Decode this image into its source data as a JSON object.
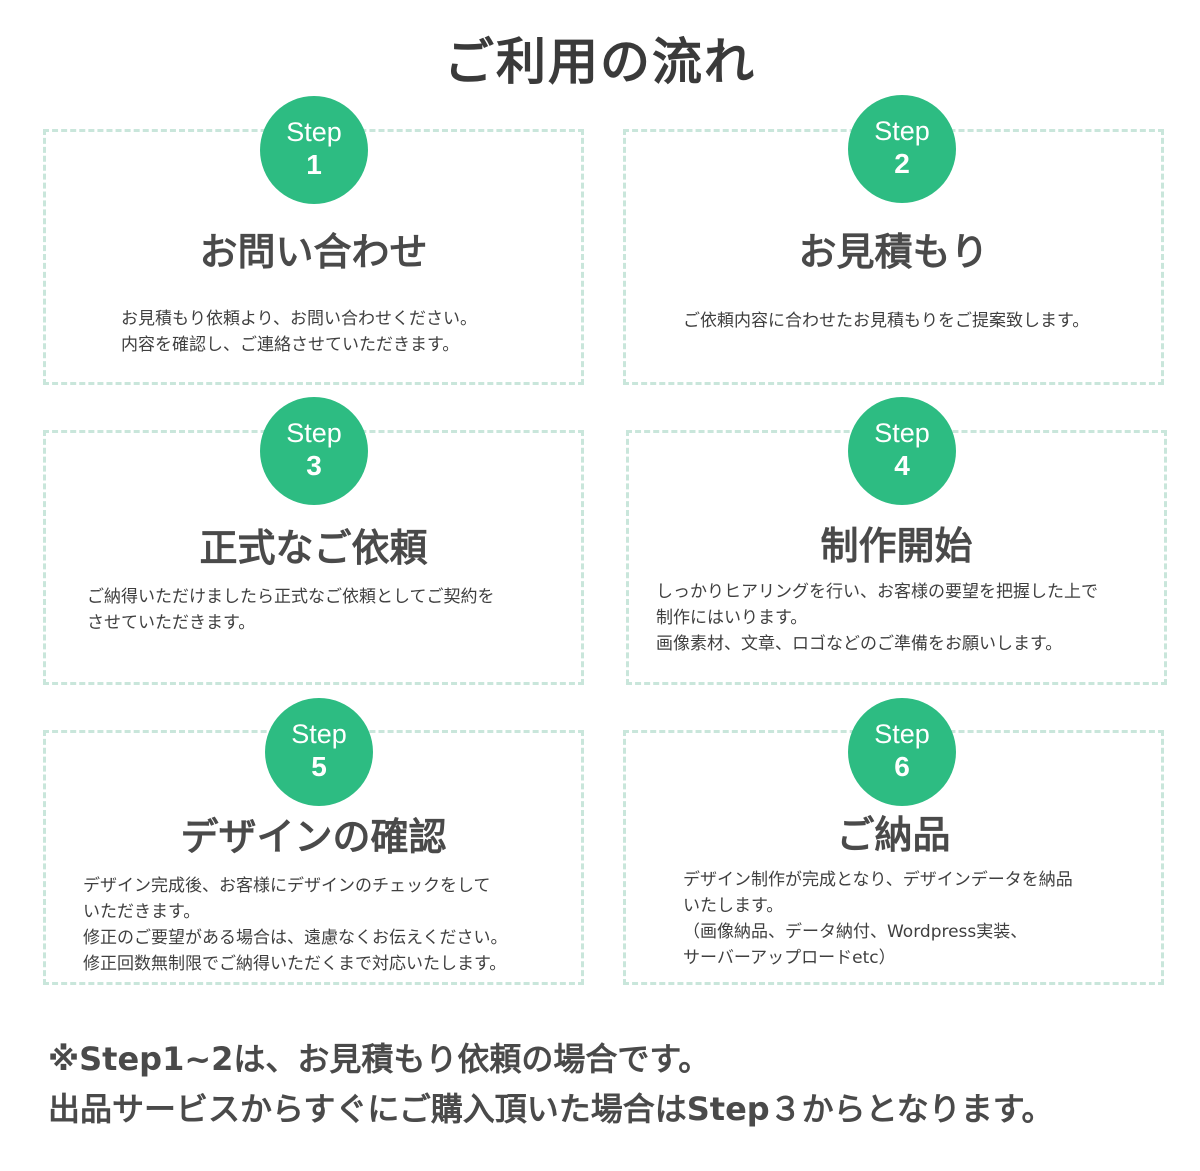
{
  "page": {
    "title": "ご利用の流れ"
  },
  "steps": [
    {
      "step_word": "Step",
      "number": "1",
      "title": "お問い合わせ",
      "description": [
        "お見積もり依頼より、お問い合わせください。",
        "内容を確認し、ご連絡させていただきます。"
      ]
    },
    {
      "step_word": "Step",
      "number": "2",
      "title": "お見積もり",
      "description": [
        "ご依頼内容に合わせたお見積もりをご提案致します。"
      ]
    },
    {
      "step_word": "Step",
      "number": "3",
      "title": "正式なご依頼",
      "description": [
        "ご納得いただけましたら正式なご依頼としてご契約を",
        "させていただきます。"
      ]
    },
    {
      "step_word": "Step",
      "number": "4",
      "title": "制作開始",
      "description": [
        "しっかりヒアリングを行い、お客様の要望を把握した上で",
        "制作にはいります。",
        "画像素材、文章、ロゴなどのご準備をお願いします。"
      ]
    },
    {
      "step_word": "Step",
      "number": "5",
      "title": "デザインの確認",
      "description": [
        "デザイン完成後、お客様にデザインのチェックをして",
        "いただきます。",
        "修正のご要望がある場合は、遠慮なくお伝えください。",
        "修正回数無制限でご納得いただくまで対応いたします。"
      ]
    },
    {
      "step_word": "Step",
      "number": "6",
      "title": "ご納品",
      "description": [
        "デザイン制作が完成となり、デザインデータを納品",
        "いたします。",
        "（画像納品、データ納付、Wordpress実装、",
        "サーバーアップロードetc）"
      ]
    }
  ],
  "note": {
    "lines": [
      "※Step1~2は、お見積もり依頼の場合です。",
      "出品サービスからすぐにご購入頂いた場合はStep３からとなります。"
    ]
  },
  "colors": {
    "accent": "#2dbc82",
    "card_border": "#c9e6db",
    "text": "#3f3f3f",
    "title": "#3a3a3a"
  }
}
